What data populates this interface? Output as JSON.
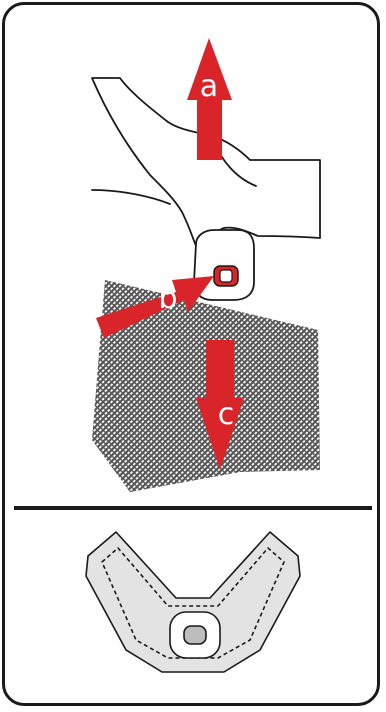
{
  "labels": {
    "a": "a",
    "b": "b",
    "c": "c"
  },
  "colors": {
    "arrow_red": "#d9242a",
    "outline": "#1a1a1a",
    "mesh_fill": "#6e6e6e",
    "part_gray": "#dcdcdc"
  }
}
